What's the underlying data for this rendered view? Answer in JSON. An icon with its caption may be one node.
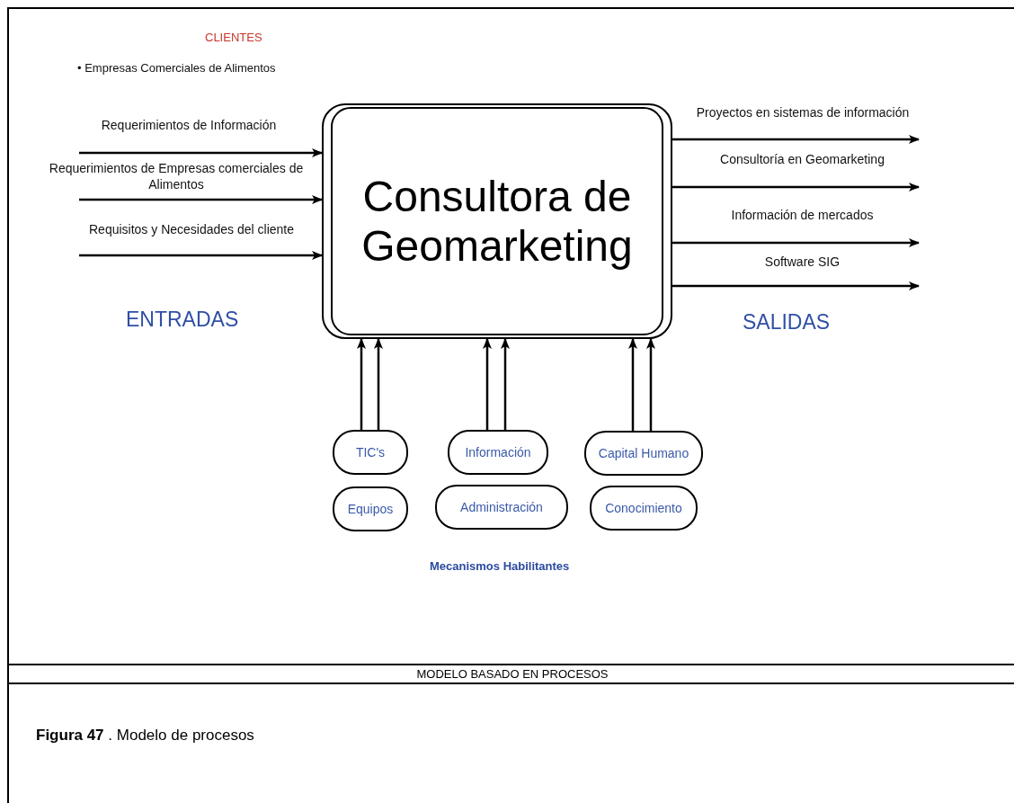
{
  "diagram": {
    "caption": "**Figura 47** . Modelo de procesos",
    "nodes": [
      {
        "text": [
          "Consultora de Geomarketing"
        ]
      },
      {
        "text": [
          "TIC's"
        ]
      },
      {
        "text": [
          "Equipos"
        ]
      },
      {
        "text": [
          "Información"
        ]
      },
      {
        "text": [
          "Administración"
        ]
      },
      {
        "text": [
          "Capital Humano"
        ]
      },
      {
        "text": [
          "Conocimiento"
        ]
      },
      {
        "text": [
          "MODELO BASADO EN PROCESOS"
        ]
      }
    ],
    "edges": [
      {
        "from": null,
        "to": 0,
        "arrow": "to",
        "label": "Requerimientos de Información"
      },
      {
        "from": null,
        "to": 0,
        "arrow": "to",
        "label": "Requerimientos de Empresas comerciales de Alimentos"
      },
      {
        "from": null,
        "to": 0,
        "arrow": "to",
        "label": "Requisitos y Necesidades del cliente"
      },
      {
        "from": 0,
        "to": null,
        "arrow": "to",
        "label": "Proyectos en sistemas de información"
      },
      {
        "from": 0,
        "to": null,
        "arrow": "to",
        "label": "Consultoría en Geomarketing"
      },
      {
        "from": 0,
        "to": null,
        "arrow": "to",
        "label": "Información de mercados"
      },
      {
        "from": 0,
        "to": null,
        "arrow": "to",
        "label": "Software SIG"
      },
      {
        "from": 1,
        "to": 0,
        "arrow": "to"
      },
      {
        "from": 1,
        "to": 0,
        "arrow": "to"
      },
      {
        "from": 3,
        "to": 0,
        "arrow": "to"
      },
      {
        "from": 3,
        "to": 0,
        "arrow": "to"
      },
      {
        "from": 5,
        "to": 0,
        "arrow": "to"
      },
      {
        "from": 5,
        "to": 0,
        "arrow": "to"
      }
    ],
    "labels": [
      "CLIENTES",
      "• Empresas Comerciales de Alimentos",
      "ENTRADAS",
      "SALIDAS",
      "Mecanismos Habilitantes"
    ]
  }
}
